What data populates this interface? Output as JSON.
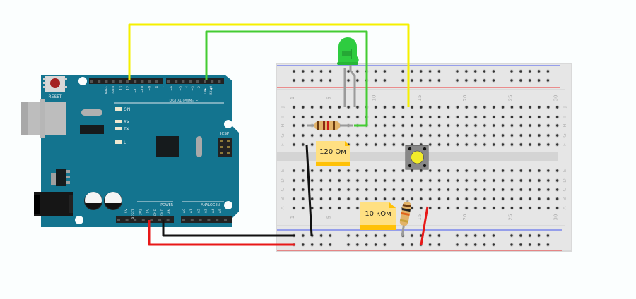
{
  "arduino": {
    "reset_label": "RESET",
    "digital_header_label": "DIGITAL (PWM= ~)",
    "digital_pins": [
      "AREF",
      "GND",
      "13",
      "12",
      "~11",
      "~10",
      "~9",
      "8",
      "7",
      "~6",
      "~5",
      "4",
      "~3",
      "2",
      "TX▶1",
      "RX◀0"
    ],
    "power_label": "POWER",
    "power_pins": [
      "5V",
      "RESET",
      "3V3",
      "5V",
      "GND",
      "GND",
      "VIN"
    ],
    "analog_label": "ANALOG IN",
    "analog_pins": [
      "A0",
      "A1",
      "A2",
      "A3",
      "A4",
      "A5"
    ],
    "led_labels": [
      "ON",
      "RX",
      "TX",
      "L"
    ],
    "icsp_label": "ICSP",
    "board_color": "#13748f"
  },
  "breadboard": {
    "column_numbers": [
      "1",
      "5",
      "10",
      "15",
      "20",
      "25",
      "30"
    ],
    "top_row_letters": [
      "J",
      "I",
      "H",
      "G",
      "F"
    ],
    "bottom_row_letters": [
      "E",
      "D",
      "C",
      "B",
      "A"
    ]
  },
  "components": {
    "resistor_1_label": "120 Ом",
    "resistor_2_label": "10 кОм",
    "led_color": "#2ecc40",
    "button_color": "#f2ec2a"
  },
  "wires": {
    "yellow": "#f5f000",
    "green": "#44cc33",
    "red": "#e81818",
    "black": "#111111"
  }
}
